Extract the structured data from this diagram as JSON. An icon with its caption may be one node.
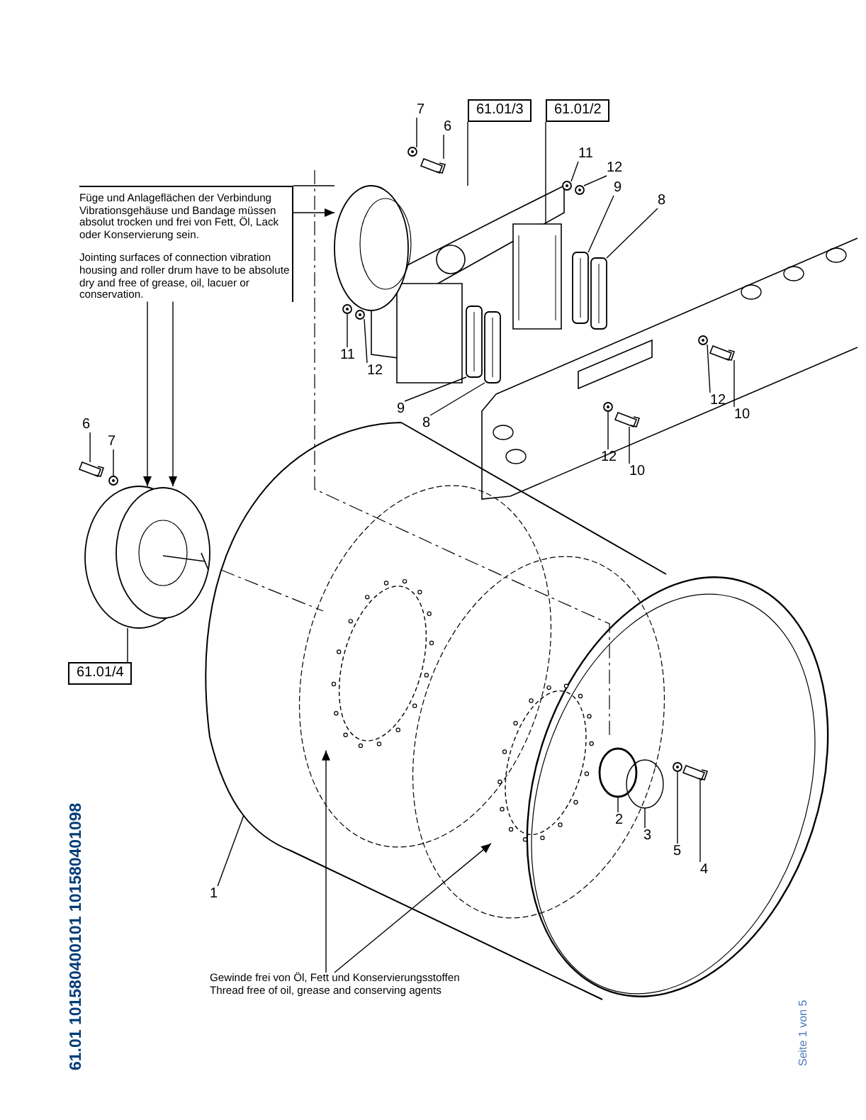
{
  "diagram": {
    "nodes": [
      {
        "text": [
          "Füge und Anlageflächen der Verbindung Vibrationsgehäuse und Bandage müssen absolut trocken und frei von Fett, Öl, Lack oder Konservierung sein.",
          "Jointing surfaces of connection vibration housing and roller drum have to be absolute dry and free of grease, oil, lacuer or conservation."
        ]
      },
      {
        "text": [
          "61.01/3"
        ]
      },
      {
        "text": [
          "61.01/2"
        ]
      },
      {
        "text": [
          "61.01/4"
        ]
      },
      {
        "text": [
          "Gewinde frei von Öl, Fett und Konservierungsstoffen",
          "Thread free of oil, grease and conserving agents"
        ]
      },
      {
        "text": [
          "7"
        ]
      },
      {
        "text": [
          "6"
        ]
      },
      {
        "text": [
          "11"
        ]
      },
      {
        "text": [
          "12"
        ]
      },
      {
        "text": [
          "9"
        ]
      },
      {
        "text": [
          "8"
        ]
      },
      {
        "text": [
          "11"
        ]
      },
      {
        "text": [
          "12"
        ]
      },
      {
        "text": [
          "9"
        ]
      },
      {
        "text": [
          "8"
        ]
      },
      {
        "text": [
          "12"
        ]
      },
      {
        "text": [
          "10"
        ]
      },
      {
        "text": [
          "12"
        ]
      },
      {
        "text": [
          "10"
        ]
      },
      {
        "text": [
          "6"
        ]
      },
      {
        "text": [
          "7"
        ]
      },
      {
        "text": [
          "1"
        ]
      },
      {
        "text": [
          "2"
        ]
      },
      {
        "text": [
          "3"
        ]
      },
      {
        "text": [
          "5"
        ]
      },
      {
        "text": [
          "4"
        ]
      },
      {
        "text": [],
        "shape": "picture"
      },
      {
        "text": [],
        "shape": "picture"
      },
      {
        "text": [],
        "shape": "picture"
      },
      {
        "text": [],
        "shape": "picture"
      },
      {
        "text": [],
        "shape": "picture"
      },
      {
        "text": [],
        "shape": "picture"
      },
      {
        "text": [],
        "shape": "picture"
      },
      {
        "text": [],
        "shape": "picture"
      },
      {
        "text": [],
        "shape": "picture"
      },
      {
        "text": [],
        "shape": "picture"
      },
      {
        "text": [],
        "shape": "picture"
      },
      {
        "text": [],
        "shape": "picture"
      },
      {
        "text": [],
        "shape": "picture"
      },
      {
        "text": [],
        "shape": "picture"
      },
      {
        "text": [],
        "shape": "picture"
      },
      {
        "text": [],
        "shape": "picture"
      },
      {
        "text": [],
        "shape": "picture"
      },
      {
        "text": [],
        "shape": "picture"
      },
      {
        "text": [],
        "shape": "picture"
      },
      {
        "text": [],
        "shape": "picture"
      },
      {
        "text": [],
        "shape": "picture"
      },
      {
        "text": [],
        "shape": "picture"
      },
      {
        "text": [],
        "shape": "picture"
      },
      {
        "text": [],
        "shape": "picture"
      },
      {
        "text": [],
        "shape": "picture"
      },
      {
        "text": [],
        "shape": "picture"
      }
    ],
    "edges": [
      {
        "from": 1,
        "to": 28,
        "arrow": "none"
      },
      {
        "from": 2,
        "to": 29,
        "arrow": "none"
      },
      {
        "from": 5,
        "to": 26,
        "arrow": "none"
      },
      {
        "from": 6,
        "to": 27,
        "arrow": "none"
      },
      {
        "from": 7,
        "to": 30,
        "arrow": "none"
      },
      {
        "from": 8,
        "to": 31,
        "arrow": "none"
      },
      {
        "from": 9,
        "to": 32,
        "arrow": "none"
      },
      {
        "from": 10,
        "to": 33,
        "arrow": "none"
      },
      {
        "from": 11,
        "to": 34,
        "arrow": "none"
      },
      {
        "from": 12,
        "to": 35,
        "arrow": "none"
      },
      {
        "from": 13,
        "to": 36,
        "arrow": "none"
      },
      {
        "from": 14,
        "to": 37,
        "arrow": "none"
      },
      {
        "from": 15,
        "to": 38,
        "arrow": "none"
      },
      {
        "from": 16,
        "to": 39,
        "arrow": "none"
      },
      {
        "from": 17,
        "to": 40,
        "arrow": "none"
      },
      {
        "from": 18,
        "to": 41,
        "arrow": "none"
      },
      {
        "from": 19,
        "to": 42,
        "arrow": "none"
      },
      {
        "from": 20,
        "to": 43,
        "arrow": "none"
      },
      {
        "from": 0,
        "to": 28,
        "arrow": "to"
      },
      {
        "from": 0,
        "to": 28,
        "arrow": "none"
      },
      {
        "from": 0,
        "to": 44,
        "arrow": "to"
      },
      {
        "from": 0,
        "to": 44,
        "arrow": "to"
      },
      {
        "from": 3,
        "to": 44,
        "arrow": "none"
      },
      {
        "from": 21,
        "to": 45,
        "arrow": "none"
      },
      {
        "from": 22,
        "to": 48,
        "arrow": "none"
      },
      {
        "from": 23,
        "to": 49,
        "arrow": "none"
      },
      {
        "from": 24,
        "to": 50,
        "arrow": "none"
      },
      {
        "from": 25,
        "to": 51,
        "arrow": "none"
      },
      {
        "from": 4,
        "to": 46,
        "arrow": "to"
      },
      {
        "from": 4,
        "to": 47,
        "arrow": "to"
      }
    ],
    "labels": [
      "61.01 101580400101 101580401098",
      "Seite 1 von 5"
    ]
  }
}
